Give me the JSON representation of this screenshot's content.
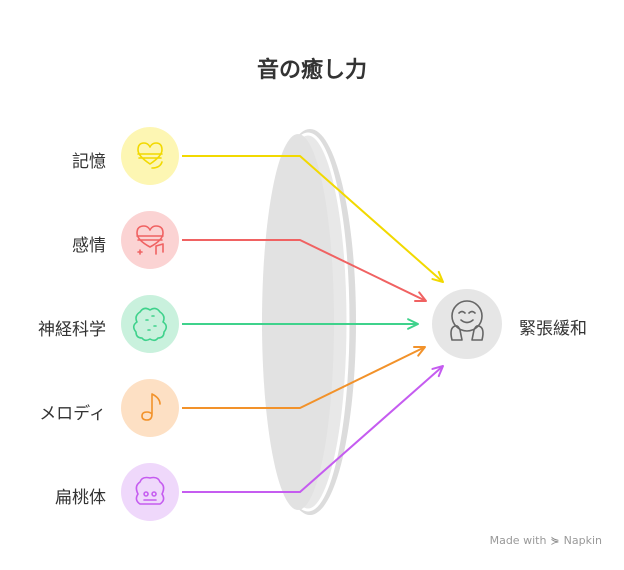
{
  "diagram": {
    "title": "音の癒し力",
    "inputs": [
      {
        "label": "記憶",
        "color": "#f2d900",
        "icon": "heart-head-icon",
        "circle_fill": "#fdf6b3"
      },
      {
        "label": "感情",
        "color": "#f06262",
        "icon": "heart-music-icon",
        "circle_fill": "#fbd3d3"
      },
      {
        "label": "神経科学",
        "color": "#3fd28c",
        "icon": "brain-icon",
        "circle_fill": "#c9f1dd"
      },
      {
        "label": "メロディ",
        "color": "#f2922a",
        "icon": "music-note-icon",
        "circle_fill": "#fde0c4"
      },
      {
        "label": "扁桃体",
        "color": "#c55cf0",
        "icon": "amygdala-icon",
        "circle_fill": "#efd8fb"
      }
    ],
    "result": {
      "label": "緊張緩和",
      "icon": "relaxed-face-icon",
      "circle_fill": "#e6e6e6"
    },
    "footer": {
      "made_with": "Made with",
      "brand": "Napkin"
    }
  }
}
